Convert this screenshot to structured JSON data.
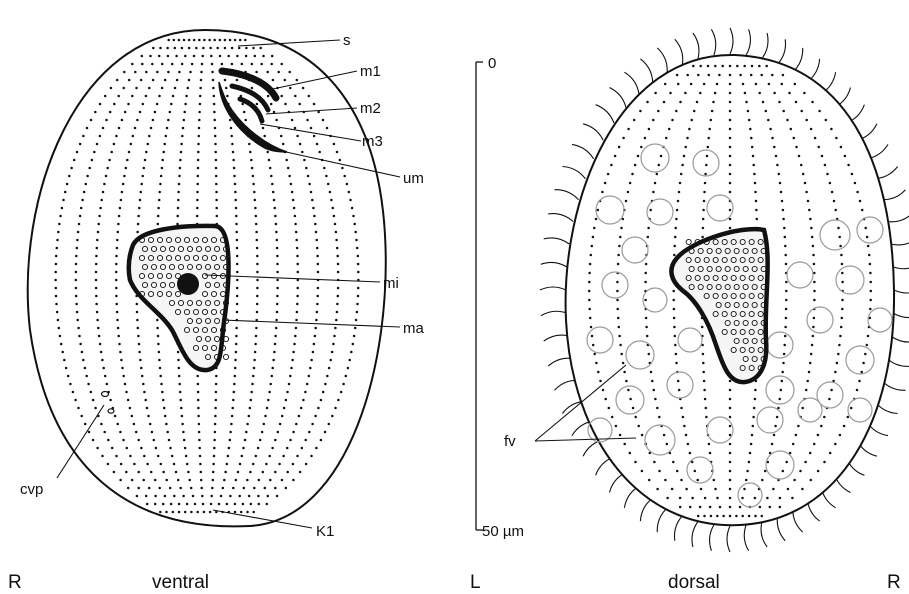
{
  "ventral": {
    "label_s": "s",
    "label_m1": "m1",
    "label_m2": "m2",
    "label_m3": "m3",
    "label_um": "um",
    "label_mi": "mi",
    "label_ma": "ma",
    "label_cvp": "cvp",
    "label_k1": "K1",
    "caption": "ventral",
    "side_left": "R"
  },
  "scale": {
    "top": "0",
    "bottom": "50 µm",
    "side": "L"
  },
  "dorsal": {
    "label_fv": "fv",
    "caption": "dorsal",
    "side_right": "R"
  },
  "colors": {
    "ink": "#111111",
    "paper": "#ffffff",
    "vacuole": "#9a9a9a"
  },
  "icons": {
    "ventral_cell": "ciliate-cell-ventral-icon",
    "dorsal_cell": "ciliate-cell-dorsal-icon"
  }
}
